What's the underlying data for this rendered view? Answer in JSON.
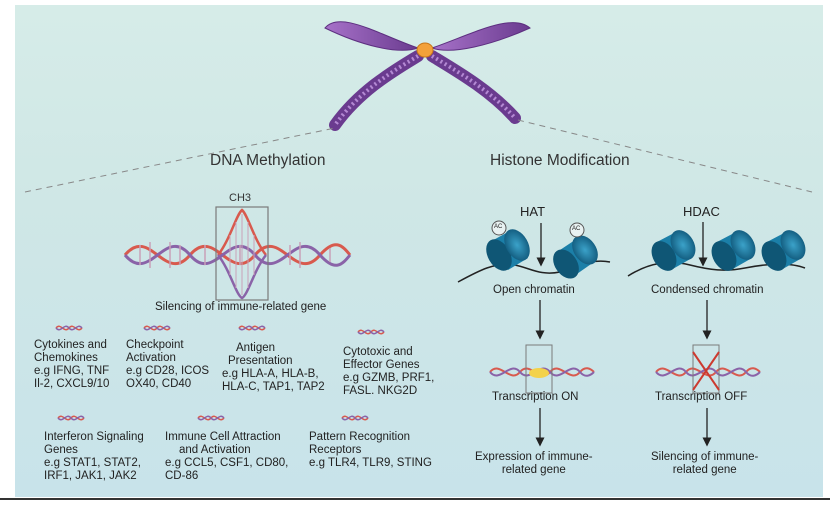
{
  "titles": {
    "dna_methylation": "DNA Methylation",
    "histone_modification": "Histone Modification"
  },
  "methylation": {
    "ch3": "CH3",
    "silencing": "Silencing of immune-related gene",
    "groups": [
      {
        "lines": [
          "Cytokines and",
          "Chemokines",
          "e.g IFNG, TNF",
          "Il-2, CXCL9/10"
        ]
      },
      {
        "lines": [
          "Checkpoint",
          "Activation",
          "e.g CD28, ICOS",
          "OX40, CD40"
        ]
      },
      {
        "lines": [
          "Antigen",
          "Presentation",
          "e.g HLA-A, HLA-B,",
          "HLA-C, TAP1, TAP2"
        ]
      },
      {
        "lines": [
          "Cytotoxic and",
          "Effector Genes",
          "e.g GZMB, PRF1,",
          "FASL. NKG2D"
        ]
      },
      {
        "lines": [
          "Interferon Signaling",
          "Genes",
          "e.g STAT1, STAT2,",
          "IRF1, JAK1, JAK2"
        ]
      },
      {
        "lines": [
          "Immune Cell Attraction",
          "and  Activation",
          "e.g CCL5, CSF1, CD80,",
          "CD-86"
        ]
      },
      {
        "lines": [
          "Pattern Recognition",
          "Receptors",
          "e.g TLR4, TLR9, STING"
        ]
      }
    ]
  },
  "histone": {
    "hat": {
      "label": "HAT",
      "ac1": "AC",
      "ac2": "AC",
      "state": "Open chromatin",
      "transcription": "Transcription ON",
      "outcome": [
        "Expression of immune-",
        "related gene"
      ]
    },
    "hdac": {
      "label": "HDAC",
      "state": "Condensed chromatin",
      "transcription": "Transcription OFF",
      "outcome": [
        "Silencing of immune-",
        "related gene"
      ]
    }
  },
  "colors": {
    "nucleosome": "#1b7fa8",
    "nucleosome_dark": "#0f5675",
    "chromosome": "#7b4a9e",
    "dna_red": "#d85a4e",
    "dna_purple": "#8a63a8",
    "centromere": "#f3a13a",
    "methyl_box": "#7a7a7a"
  }
}
